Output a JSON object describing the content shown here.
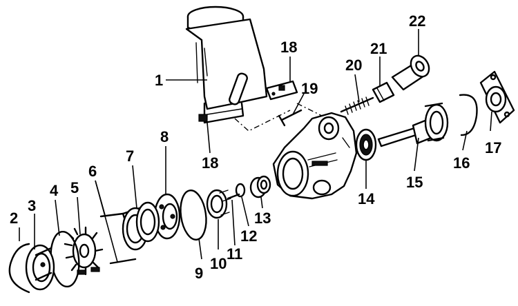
{
  "diagram": {
    "callouts": [
      "1",
      "2",
      "3",
      "4",
      "5",
      "6",
      "7",
      "8",
      "9",
      "10",
      "11",
      "12",
      "13",
      "14",
      "15",
      "16",
      "17",
      "18",
      "18",
      "19",
      "20",
      "21",
      "22"
    ]
  }
}
